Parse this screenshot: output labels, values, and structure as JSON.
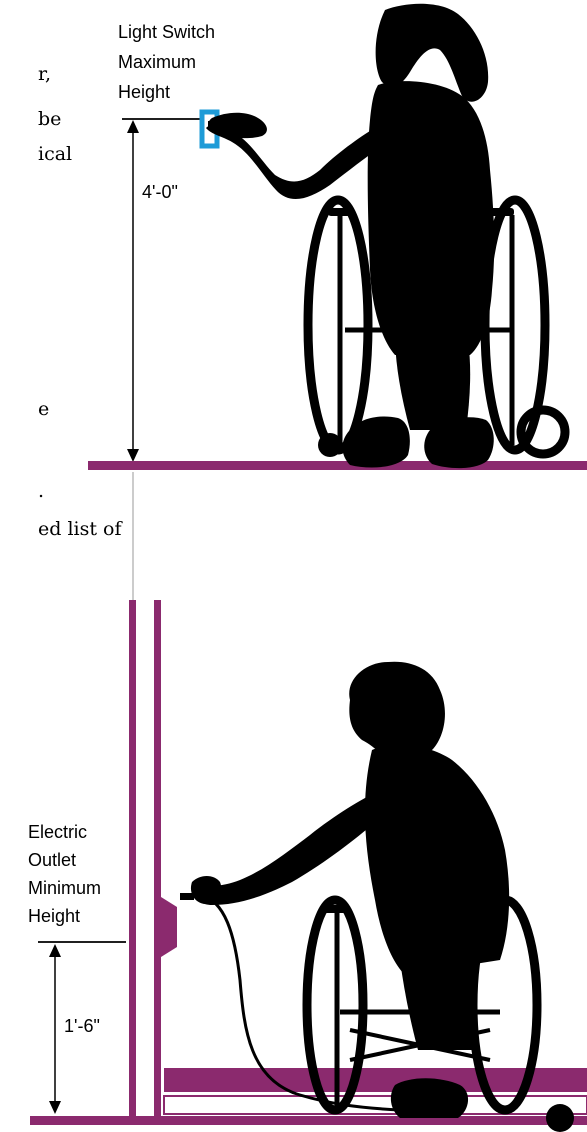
{
  "partial_text": {
    "line1": "r,",
    "line2": "be",
    "line3": "ical",
    "line4": "e",
    "line5": ".",
    "line6": "ed list of"
  },
  "light_switch": {
    "label_line1": "Light Switch",
    "label_line2": "Maximum",
    "label_line3": "Height",
    "dimension": "4'-0\""
  },
  "outlet": {
    "label_line1": "Electric",
    "label_line2": "Outlet",
    "label_line3": "Minimum",
    "label_line4": "Height",
    "dimension": "1'-6\""
  },
  "colors": {
    "floor": "#8b2a6e",
    "switch_plate": "#1e9bd7",
    "silhouette": "#000000",
    "wall": "#8b2a6e"
  }
}
